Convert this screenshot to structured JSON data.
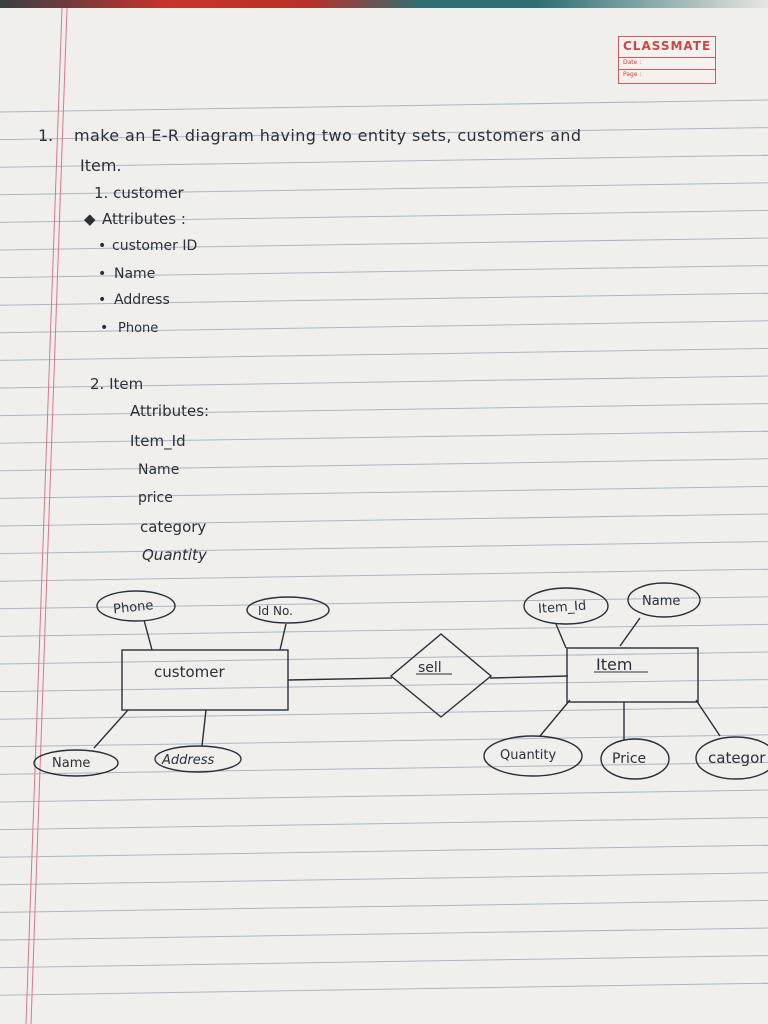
{
  "brand": {
    "name": "CLASSMATE",
    "date_label": "Date :",
    "page_label": "Page :"
  },
  "question": {
    "number": "1.",
    "line1": "make an E-R diagram having two entity sets, customers and",
    "line2": "Item."
  },
  "entities": [
    {
      "heading": "1. customer",
      "attributes_label": "Attributes :",
      "attributes": [
        "customer ID",
        "Name",
        "Address",
        "Phone"
      ]
    },
    {
      "heading": "2. Item",
      "attributes_label": "Attributes:",
      "attributes": [
        "Item_Id",
        "Name",
        "price",
        "category",
        "Quantity"
      ]
    }
  ],
  "diagram": {
    "customer_entity": "customer",
    "customer_attrs": [
      "Phone",
      "Id No.",
      "Name",
      "Address"
    ],
    "relationship": "sell",
    "item_entity": "Item",
    "item_attrs": [
      "Item_Id",
      "Name",
      "Quantity",
      "Price",
      "categor"
    ]
  },
  "colors": {
    "ink": "#2a2f3a",
    "rule": "#a9b7c4",
    "margin": "#d9788a",
    "paper": "#f1efec"
  }
}
